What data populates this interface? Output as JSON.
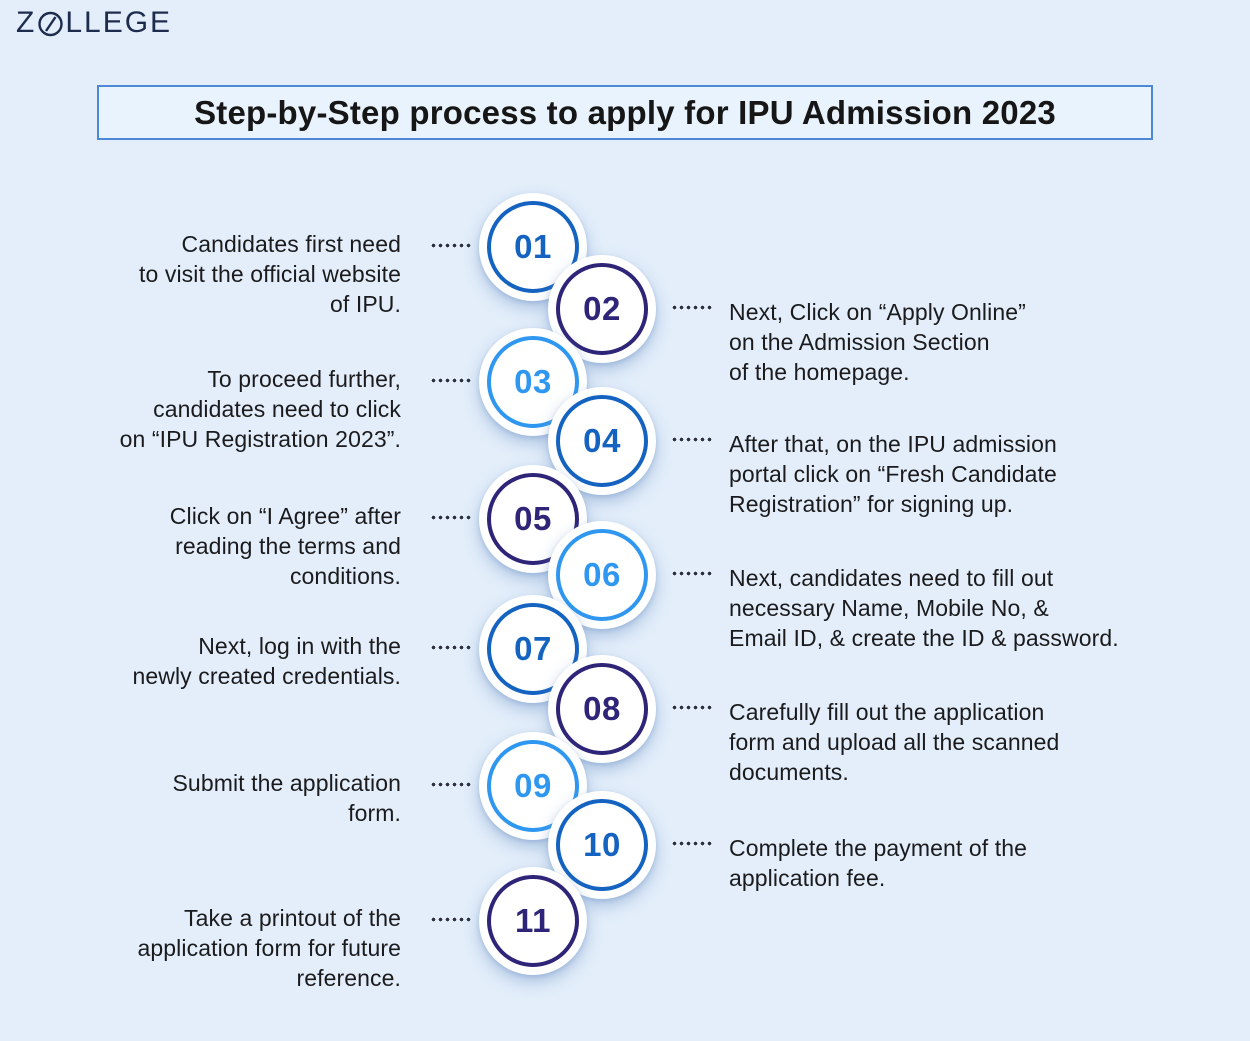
{
  "logo": {
    "text_before_o": "Z",
    "text_after_o": "LLEGE",
    "icon": "slashed-o",
    "color": "#1d2b4d"
  },
  "title": {
    "text": "Step-by-Step process to apply for IPU Admission 2023",
    "border_color": "#4d88d7",
    "background": "#e9f3fd"
  },
  "page": {
    "background": "#e3eefa",
    "text_color": "#1b1b1d",
    "dot_color": "#2c313d"
  },
  "colors": {
    "blue": "#1463c1",
    "purple": "#2e2478",
    "light_blue": "#2f97f0"
  },
  "steps": [
    {
      "number": "01",
      "side": "left",
      "color_key": "blue",
      "text": "Candidates first need\nto visit the official website\nof IPU."
    },
    {
      "number": "02",
      "side": "right",
      "color_key": "purple",
      "text": "Next, Click on “Apply Online”\non the Admission Section\nof the homepage."
    },
    {
      "number": "03",
      "side": "left",
      "color_key": "light_blue",
      "text": "To proceed further,\ncandidates need to click\non “IPU Registration 2023”."
    },
    {
      "number": "04",
      "side": "right",
      "color_key": "blue",
      "text": "After that, on the IPU admission\nportal click on “Fresh Candidate\nRegistration” for signing up."
    },
    {
      "number": "05",
      "side": "left",
      "color_key": "purple",
      "text": "Click on “I Agree” after\nreading the terms and\nconditions."
    },
    {
      "number": "06",
      "side": "right",
      "color_key": "light_blue",
      "text": "Next, candidates need to fill out\nnecessary Name, Mobile No, &\nEmail ID, & create the ID & password."
    },
    {
      "number": "07",
      "side": "left",
      "color_key": "blue",
      "text": "Next, log in with the\nnewly created credentials."
    },
    {
      "number": "08",
      "side": "right",
      "color_key": "purple",
      "text": "Carefully fill out the application\nform and upload all the scanned\ndocuments."
    },
    {
      "number": "09",
      "side": "left",
      "color_key": "light_blue",
      "text": "Submit the application\nform."
    },
    {
      "number": "10",
      "side": "right",
      "color_key": "blue",
      "text": "Complete the payment of the\napplication fee."
    },
    {
      "number": "11",
      "side": "left",
      "color_key": "purple",
      "text": "Take a printout of the\napplication form for future\nreference."
    }
  ]
}
